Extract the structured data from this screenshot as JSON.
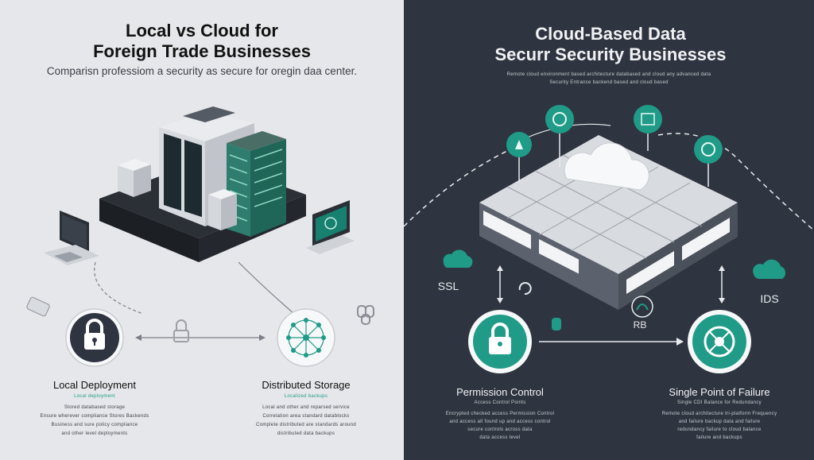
{
  "left": {
    "title_line1": "Local vs Cloud for",
    "title_line2": "Foreign Trade Businesses",
    "subtitle": "Comparisn professiom a security as secure for oregin daa center.",
    "local_deployment": {
      "label": "Local Deployment",
      "caption": "Local deployment",
      "body": [
        "Stored databased storage",
        "Ensure wherever compliance Stores Backends",
        "Business and sure policy compliance",
        "and other level deployments"
      ]
    },
    "distributed_storage": {
      "label": "Distributed Storage",
      "caption": "Localized backups",
      "body": [
        "Local and other and reparsed service",
        "Correlation area standard datablocks",
        "Complete distributed are standards around",
        "distributed data backups"
      ]
    }
  },
  "right": {
    "title_line1": "Cloud-Based Data",
    "title_line2": "Securr Security Businesses",
    "subtitle_lines": [
      "Remote cloud environment based architecture databased and cloud any advanced data",
      "Security Entrance backend based and cloud based"
    ],
    "ssl_label": "SSL",
    "ids_label": "IDS",
    "rb_label": "RB",
    "permission": {
      "label": "Permission Control",
      "caption": "Access Control Points",
      "body": [
        "Encrypted checked access Permission Control",
        "and access all found up and access control",
        "secure controls across data",
        "data access level"
      ]
    },
    "failure": {
      "label": "Single Point of Failure",
      "caption": "Single CDI Balance for Redundancy",
      "body": [
        "Remote cloud architecture tri-platform Frequency",
        "and failure backup data and failure",
        "redundancy failure to cloud balance",
        "failure and backups"
      ]
    }
  },
  "colors": {
    "teal": "#1f9b88",
    "navy": "#2e3440",
    "light_bg": "#e6e7ea",
    "dark_bg": "#2f3540"
  }
}
